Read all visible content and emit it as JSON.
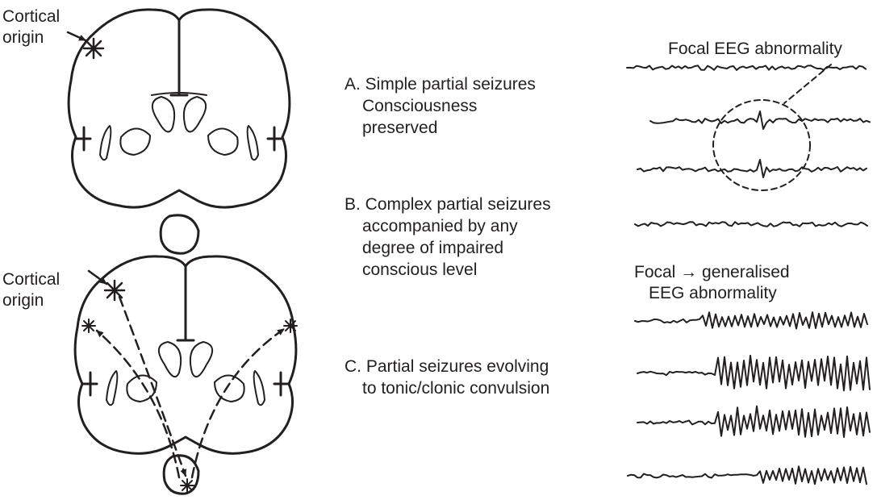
{
  "brain_top": {
    "origin_label": [
      "Cortical",
      "origin"
    ]
  },
  "brain_bottom": {
    "origin_label": [
      "Cortical",
      "origin"
    ]
  },
  "seizure_types": [
    {
      "lines": [
        "A. Simple partial seizures",
        "Consciousness",
        "preserved"
      ]
    },
    {
      "lines": [
        "B. Complex partial seizures",
        "accompanied by any",
        "degree of impaired",
        "conscious level"
      ]
    },
    {
      "lines": [
        "C. Partial seizures evolving",
        "to tonic/clonic convulsion"
      ]
    }
  ],
  "eeg_focal": {
    "title": "Focal EEG abnormality",
    "trace_count": 4
  },
  "eeg_generalised": {
    "title": [
      "Focal → generalised",
      "EEG abnormality"
    ],
    "trace_count": 4
  },
  "colors": {
    "ink": "#231f20",
    "background": "#ffffff"
  }
}
